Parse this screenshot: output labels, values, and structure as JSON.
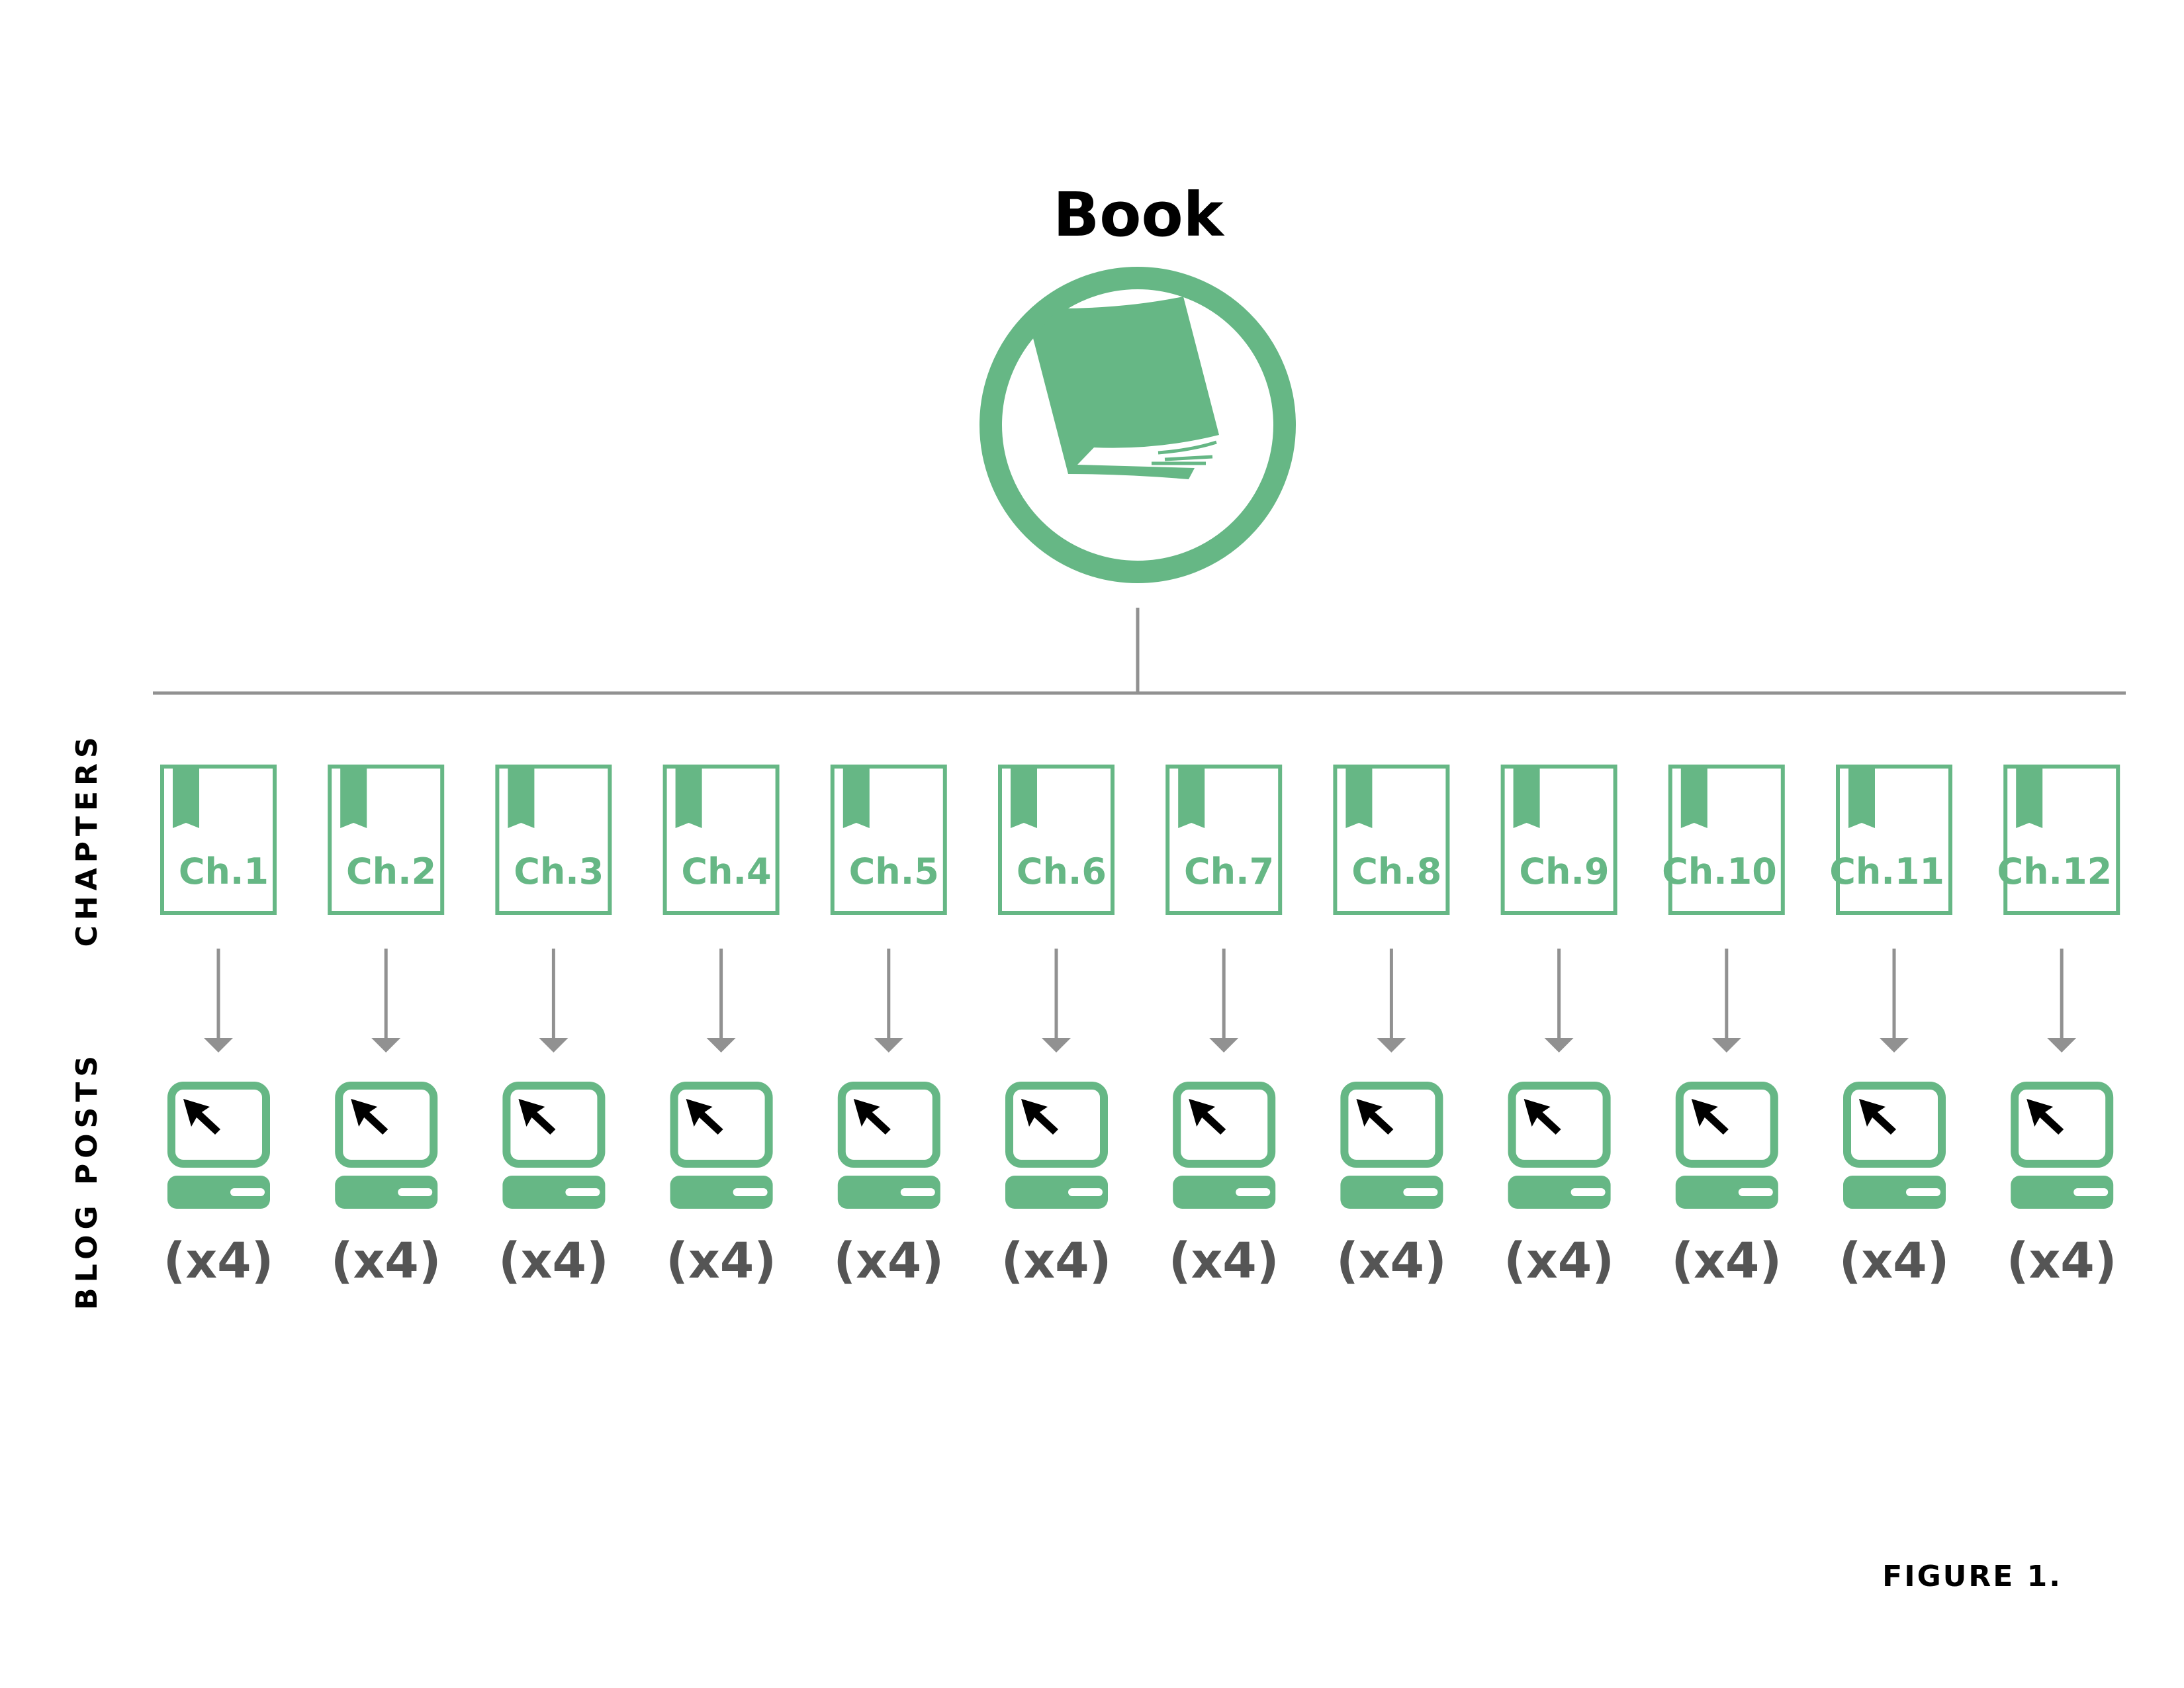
{
  "title": "Book",
  "row_labels": {
    "chapters": "CHAPTERS",
    "blog_posts": "BLOG POSTS"
  },
  "chapters": [
    {
      "label": "Ch.1",
      "posts": "(x4)"
    },
    {
      "label": "Ch.2",
      "posts": "(x4)"
    },
    {
      "label": "Ch.3",
      "posts": "(x4)"
    },
    {
      "label": "Ch.4",
      "posts": "(x4)"
    },
    {
      "label": "Ch.5",
      "posts": "(x4)"
    },
    {
      "label": "Ch.6",
      "posts": "(x4)"
    },
    {
      "label": "Ch.7",
      "posts": "(x4)"
    },
    {
      "label": "Ch.8",
      "posts": "(x4)"
    },
    {
      "label": "Ch.9",
      "posts": "(x4)"
    },
    {
      "label": "Ch.10",
      "posts": "(x4)"
    },
    {
      "label": "Ch.11",
      "posts": "(x4)"
    },
    {
      "label": "Ch.12",
      "posts": "(x4)"
    }
  ],
  "figure_label": "FIGURE 1.",
  "colors": {
    "accent": "#66b785",
    "connector": "#919191",
    "count_text": "#555555"
  },
  "icons": {
    "book": "book-icon",
    "chapter": "bookmark-page-icon",
    "post": "computer-cursor-icon",
    "arrow": "arrow-down-icon"
  }
}
